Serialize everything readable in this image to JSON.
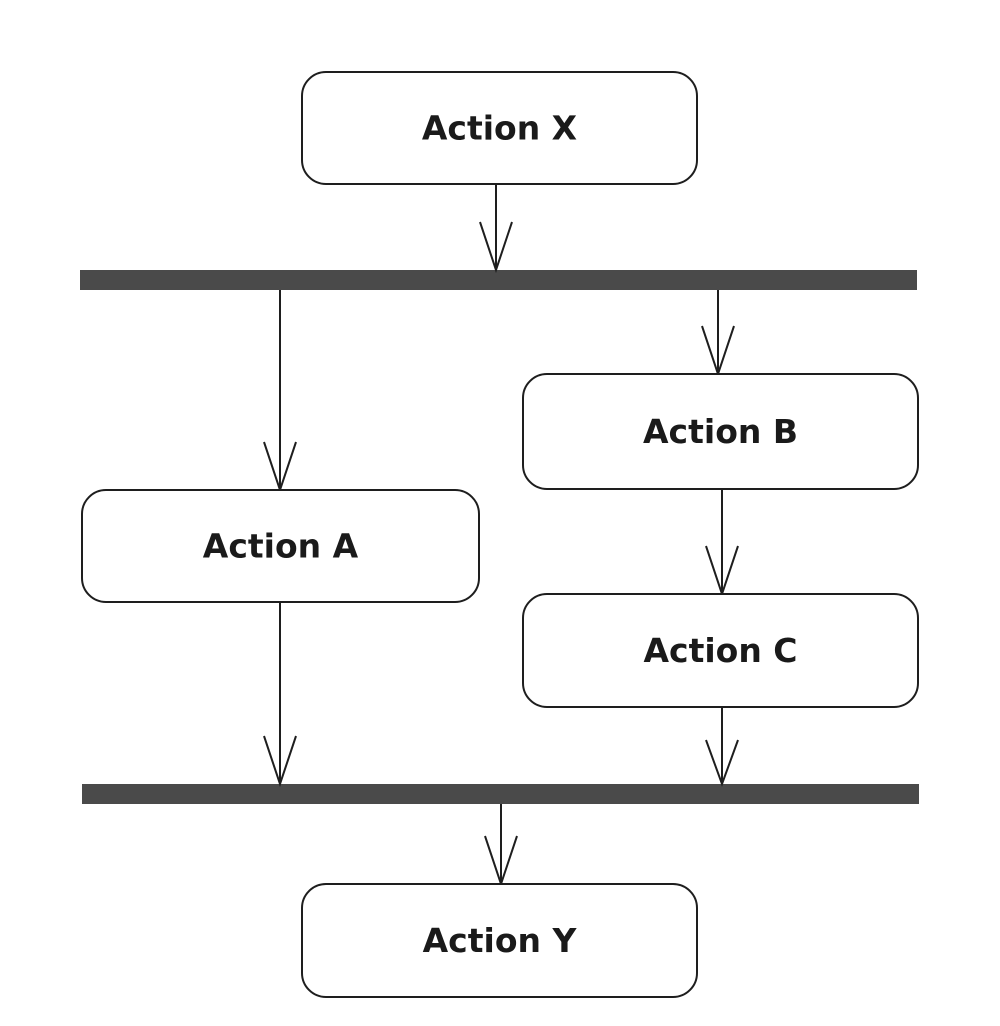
{
  "diagram": {
    "type": "activity",
    "nodes": [
      {
        "id": "x",
        "label": "Action X"
      },
      {
        "id": "a",
        "label": "Action A"
      },
      {
        "id": "b",
        "label": "Action B"
      },
      {
        "id": "c",
        "label": "Action C"
      },
      {
        "id": "y",
        "label": "Action Y"
      }
    ],
    "bars": [
      {
        "id": "fork",
        "kind": "fork"
      },
      {
        "id": "join",
        "kind": "join"
      }
    ],
    "edges": [
      {
        "from": "x",
        "to": "fork"
      },
      {
        "from": "fork",
        "to": "a"
      },
      {
        "from": "fork",
        "to": "b"
      },
      {
        "from": "b",
        "to": "c"
      },
      {
        "from": "a",
        "to": "join"
      },
      {
        "from": "c",
        "to": "join"
      },
      {
        "from": "join",
        "to": "y"
      }
    ],
    "colors": {
      "bar": "#4a4a4a",
      "stroke": "#1e1e1e",
      "text": "#1a1a1a"
    }
  }
}
